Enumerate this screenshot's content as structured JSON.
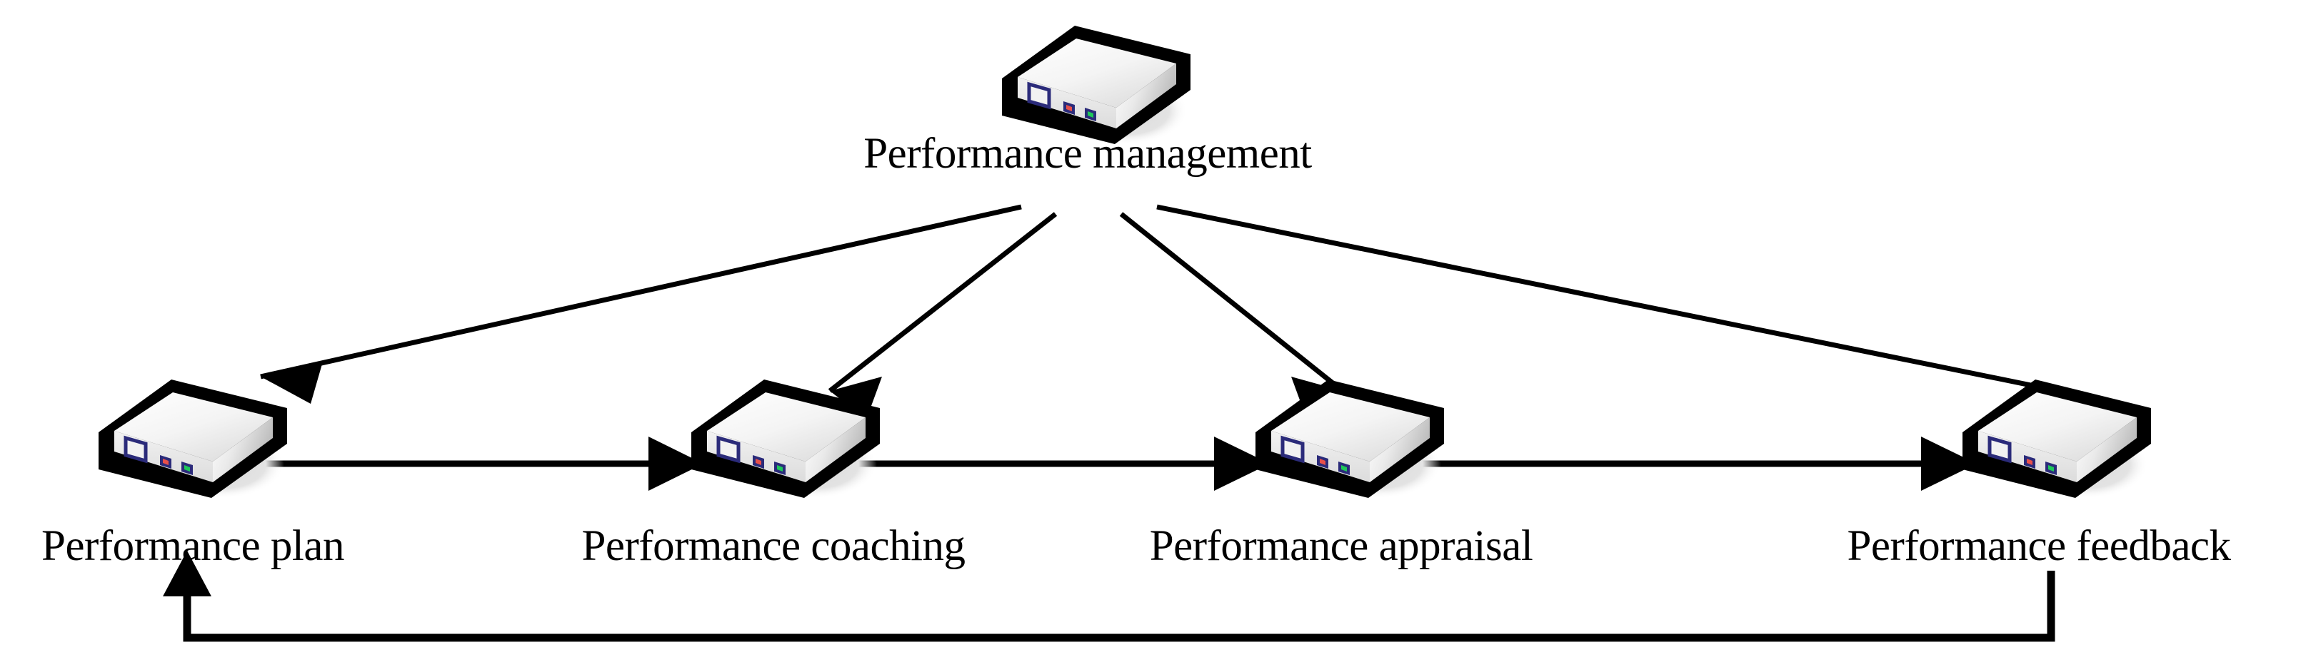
{
  "diagram": {
    "title_node": {
      "label": "Performance management",
      "icon": "server-box-icon"
    },
    "stage_nodes": [
      {
        "label": "Performance plan",
        "icon": "server-box-icon"
      },
      {
        "label": "Performance coaching",
        "icon": "server-box-icon"
      },
      {
        "label": "Performance appraisal",
        "icon": "server-box-icon"
      },
      {
        "label": "Performance feedback",
        "icon": "server-box-icon"
      }
    ],
    "connectors": {
      "from_manager": [
        "Performance management -> Performance plan",
        "Performance management -> Performance coaching",
        "Performance management -> Performance appraisal",
        "Performance management -> Performance feedback"
      ],
      "chain": [
        "Performance plan -> Performance coaching",
        "Performance coaching -> Performance appraisal",
        "Performance appraisal -> Performance feedback"
      ],
      "loop": "Performance feedback -> Performance plan"
    },
    "colors": {
      "background": "#ffffff",
      "outline": "#000000",
      "box_top_light": "#ffffff",
      "box_top_dark": "#d9d9d9",
      "box_face": "#e8e8e8",
      "shadow": "#e2e2e2",
      "port_border": "#2b2b7a",
      "led_red": "#e8504a",
      "led_green": "#1ec85a"
    }
  }
}
